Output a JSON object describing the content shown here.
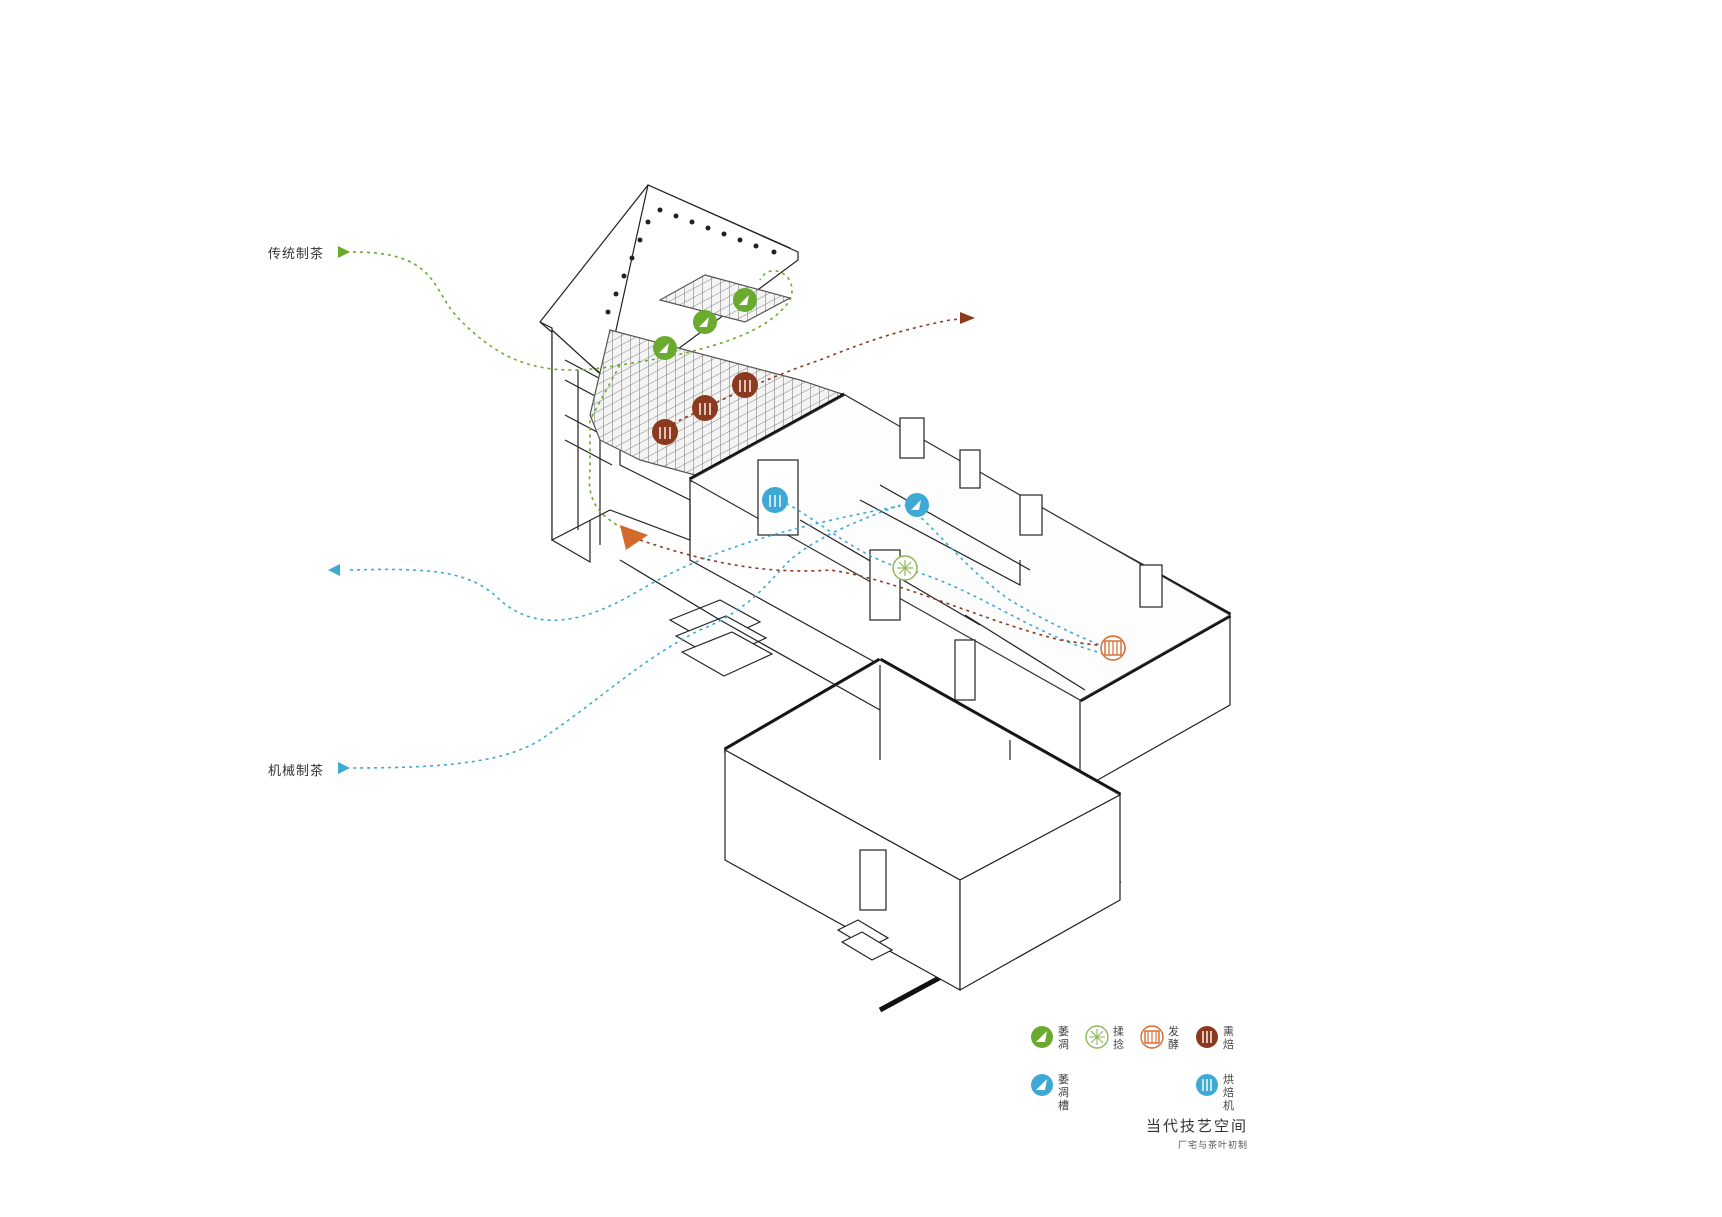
{
  "flows": {
    "traditional": {
      "label": "传统制茶",
      "color": "#6aaa2e"
    },
    "mechanical": {
      "label": "机械制茶",
      "color": "#3fa9d6"
    },
    "outflow_color": "#8c3a1e"
  },
  "legend": {
    "items": [
      {
        "key": "wither",
        "text": "萎凋",
        "icon": "green-leaf-icon",
        "color": "#6aaa2e"
      },
      {
        "key": "roll",
        "text": "揉捻",
        "icon": "rolling-star-icon",
        "color": "#8fb85a"
      },
      {
        "key": "ferment",
        "text": "发酵",
        "icon": "ferment-drum-icon",
        "color": "#d36a2b"
      },
      {
        "key": "roast",
        "text": "熏焙",
        "icon": "roast-circle-icon",
        "color": "#8c3a1e"
      },
      {
        "key": "wither_trough",
        "text": "萎凋槽",
        "icon": "blue-leaf-icon",
        "color": "#3fa9d6"
      },
      {
        "key": "dryer",
        "text": "烘焙机",
        "icon": "blue-dryer-icon",
        "color": "#3fa9d6"
      }
    ]
  },
  "title": "当代技艺空间",
  "subtitle": "厂宅与茶叶初制"
}
